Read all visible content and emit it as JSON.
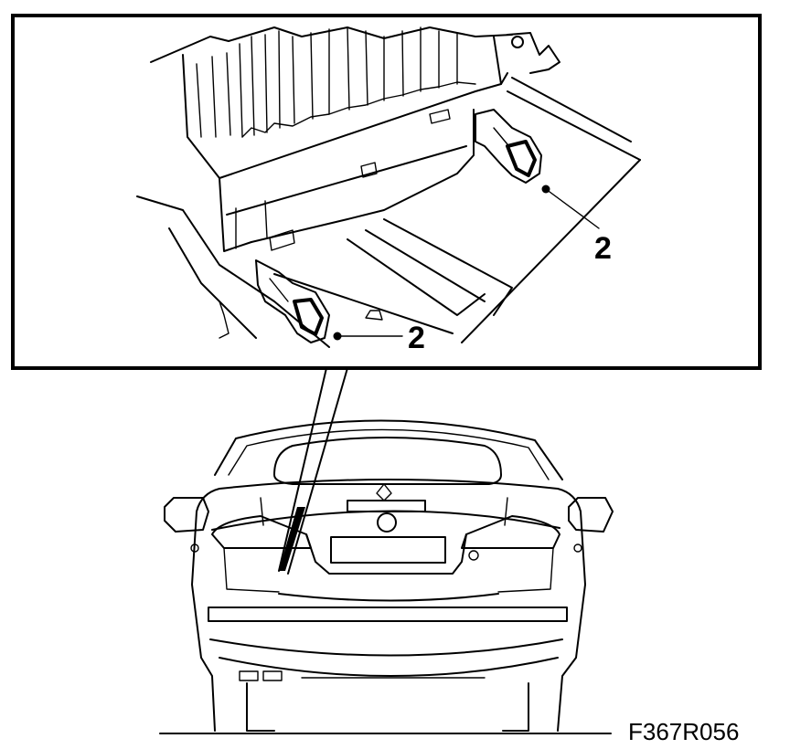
{
  "callouts": [
    {
      "label": "2"
    },
    {
      "label": "2"
    }
  ],
  "figure_code": "F367R056"
}
